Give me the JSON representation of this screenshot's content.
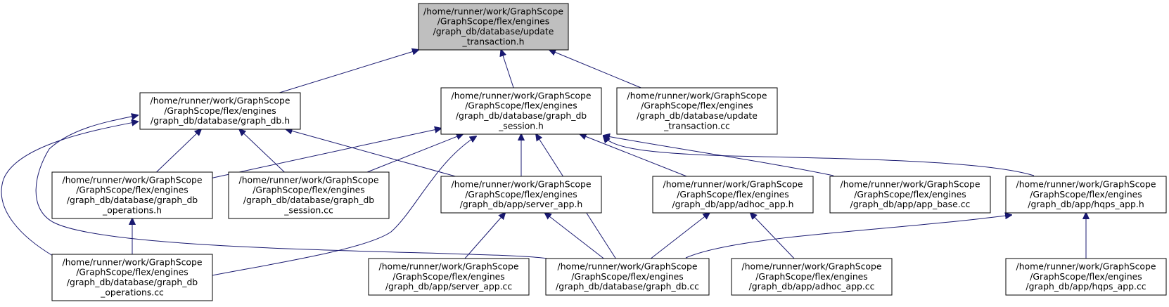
{
  "colors": {
    "edge": "#191970",
    "root_fill": "#bfbfbf",
    "node_fill": "#ffffff",
    "node_border": "#000000"
  },
  "nodes": {
    "update_transaction_h": {
      "lines": [
        "/home/runner/work/GraphScope",
        "/GraphScope/flex/engines",
        "/graph_db/database/update",
        "_transaction.h"
      ],
      "root": true
    },
    "graph_db_h": {
      "lines": [
        "/home/runner/work/GraphScope",
        "/GraphScope/flex/engines",
        "/graph_db/database/graph_db.h"
      ]
    },
    "graph_db_session_h": {
      "lines": [
        "/home/runner/work/GraphScope",
        "/GraphScope/flex/engines",
        "/graph_db/database/graph_db",
        "_session.h"
      ]
    },
    "update_transaction_cc": {
      "lines": [
        "/home/runner/work/GraphScope",
        "/GraphScope/flex/engines",
        "/graph_db/database/update",
        "_transaction.cc"
      ]
    },
    "graph_db_operations_h": {
      "lines": [
        "/home/runner/work/GraphScope",
        "/GraphScope/flex/engines",
        "/graph_db/database/graph_db",
        "_operations.h"
      ]
    },
    "graph_db_session_cc": {
      "lines": [
        "/home/runner/work/GraphScope",
        "/GraphScope/flex/engines",
        "/graph_db/database/graph_db",
        "_session.cc"
      ]
    },
    "server_app_h": {
      "lines": [
        "/home/runner/work/GraphScope",
        "/GraphScope/flex/engines",
        "/graph_db/app/server_app.h"
      ]
    },
    "adhoc_app_h": {
      "lines": [
        "/home/runner/work/GraphScope",
        "/GraphScope/flex/engines",
        "/graph_db/app/adhoc_app.h"
      ]
    },
    "app_base_cc": {
      "lines": [
        "/home/runner/work/GraphScope",
        "/GraphScope/flex/engines",
        "/graph_db/app/app_base.cc"
      ]
    },
    "hqps_app_h": {
      "lines": [
        "/home/runner/work/GraphScope",
        "/GraphScope/flex/engines",
        "/graph_db/app/hqps_app.h"
      ]
    },
    "graph_db_operations_cc": {
      "lines": [
        "/home/runner/work/GraphScope",
        "/GraphScope/flex/engines",
        "/graph_db/database/graph_db",
        "_operations.cc"
      ]
    },
    "server_app_cc": {
      "lines": [
        "/home/runner/work/GraphScope",
        "/GraphScope/flex/engines",
        "/graph_db/app/server_app.cc"
      ]
    },
    "graph_db_cc": {
      "lines": [
        "/home/runner/work/GraphScope",
        "/GraphScope/flex/engines",
        "/graph_db/database/graph_db.cc"
      ]
    },
    "adhoc_app_cc": {
      "lines": [
        "/home/runner/work/GraphScope",
        "/GraphScope/flex/engines",
        "/graph_db/app/adhoc_app.cc"
      ]
    },
    "hqps_app_cc": {
      "lines": [
        "/home/runner/work/GraphScope",
        "/GraphScope/flex/engines",
        "/graph_db/app/hqps_app.cc"
      ]
    }
  },
  "edges": [
    {
      "from": "graph_db_h",
      "to": "update_transaction_h"
    },
    {
      "from": "graph_db_session_h",
      "to": "update_transaction_h"
    },
    {
      "from": "update_transaction_cc",
      "to": "update_transaction_h"
    },
    {
      "from": "graph_db_operations_h",
      "to": "graph_db_h"
    },
    {
      "from": "graph_db_session_cc",
      "to": "graph_db_h"
    },
    {
      "from": "server_app_h",
      "to": "graph_db_h"
    },
    {
      "from": "graph_db_operations_cc",
      "to": "graph_db_h"
    },
    {
      "from": "graph_db_cc",
      "to": "graph_db_h"
    },
    {
      "from": "graph_db_operations_h",
      "to": "graph_db_session_h"
    },
    {
      "from": "graph_db_session_cc",
      "to": "graph_db_session_h"
    },
    {
      "from": "server_app_h",
      "to": "graph_db_session_h"
    },
    {
      "from": "graph_db_operations_cc",
      "to": "graph_db_session_h"
    },
    {
      "from": "graph_db_cc",
      "to": "graph_db_session_h"
    },
    {
      "from": "adhoc_app_h",
      "to": "graph_db_session_h"
    },
    {
      "from": "app_base_cc",
      "to": "graph_db_session_h"
    },
    {
      "from": "hqps_app_h",
      "to": "graph_db_session_h"
    },
    {
      "from": "graph_db_operations_cc",
      "to": "graph_db_operations_h"
    },
    {
      "from": "server_app_cc",
      "to": "server_app_h"
    },
    {
      "from": "graph_db_cc",
      "to": "server_app_h"
    },
    {
      "from": "graph_db_cc",
      "to": "adhoc_app_h"
    },
    {
      "from": "adhoc_app_cc",
      "to": "adhoc_app_h"
    },
    {
      "from": "graph_db_cc",
      "to": "hqps_app_h"
    },
    {
      "from": "hqps_app_cc",
      "to": "hqps_app_h"
    }
  ]
}
